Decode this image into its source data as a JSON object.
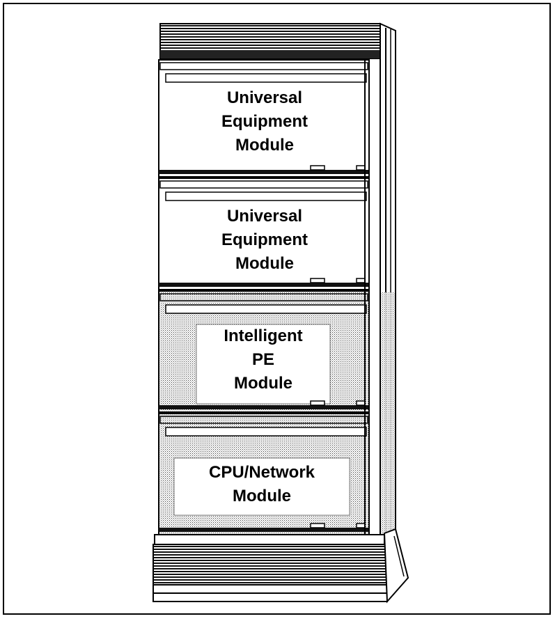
{
  "modules": [
    {
      "id": "ue1",
      "lines": [
        "Universal",
        "Equipment",
        "Module"
      ],
      "shaded": false
    },
    {
      "id": "ue2",
      "lines": [
        "Universal",
        "Equipment",
        "Module"
      ],
      "shaded": false
    },
    {
      "id": "ipe",
      "lines": [
        "Intelligent",
        "PE",
        "Module"
      ],
      "shaded": true
    },
    {
      "id": "cpu",
      "lines": [
        "CPU/Network",
        "Module"
      ],
      "shaded": true
    }
  ],
  "colors": {
    "ink": "#000000",
    "paper": "#ffffff",
    "stipple": "#bdbdbd"
  }
}
